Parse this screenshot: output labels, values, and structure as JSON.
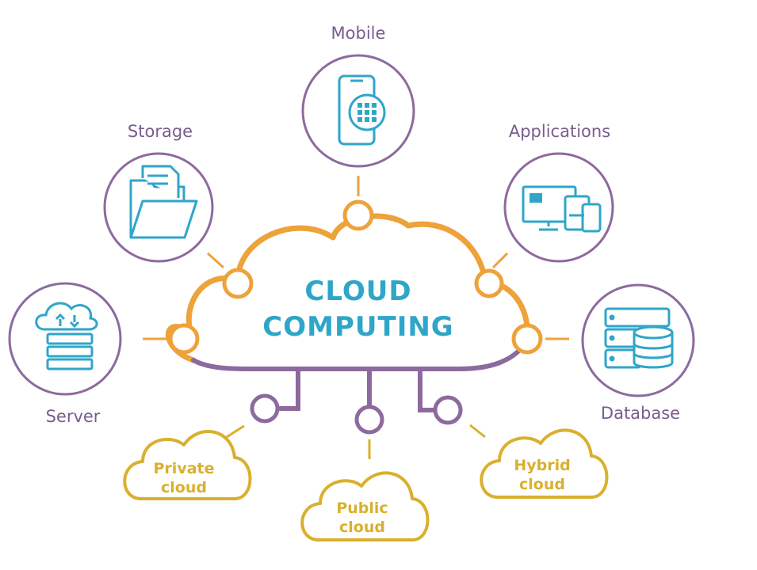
{
  "title_lines": [
    "CLOUD",
    "COMPUTING"
  ],
  "nodes": {
    "mobile": "Mobile",
    "storage": "Storage",
    "applications": "Applications",
    "server": "Server",
    "database": "Database"
  },
  "clouds": {
    "private": [
      "Private",
      "cloud"
    ],
    "public": [
      "Public",
      "cloud"
    ],
    "hybrid": [
      "Hybrid",
      "cloud"
    ]
  },
  "colors": {
    "orange": "#eea23a",
    "purple": "#8c6a9e",
    "teal": "#2fa6c8",
    "gold": "#d9b02e"
  }
}
